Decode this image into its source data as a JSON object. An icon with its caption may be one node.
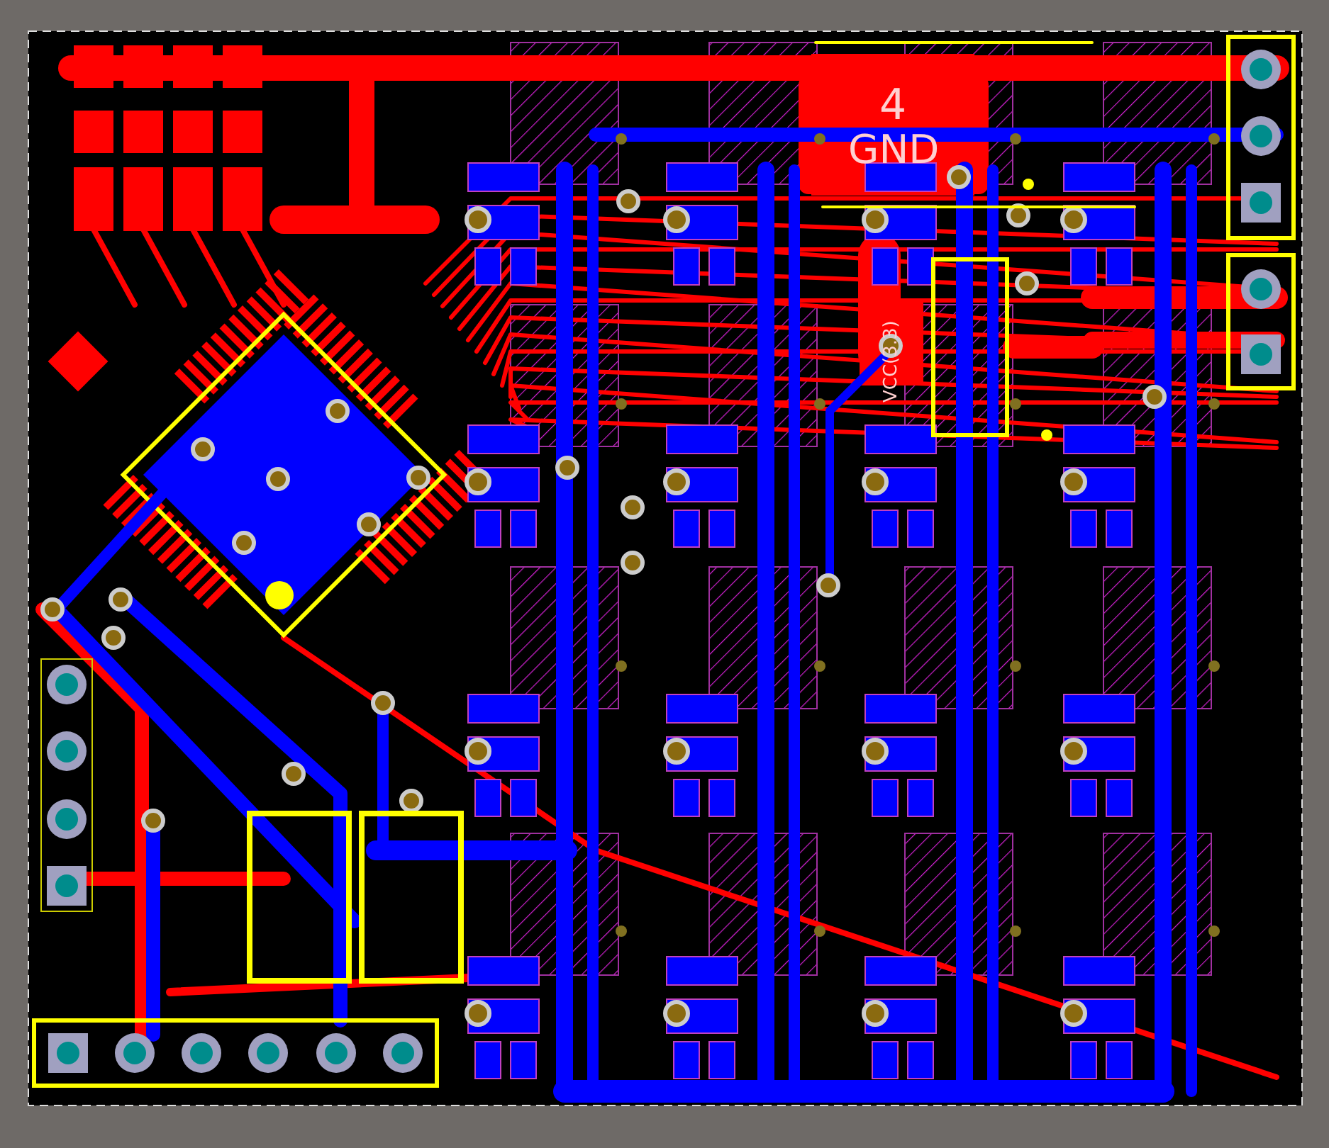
{
  "diagram": {
    "labels": [
      "4",
      "GND",
      "VCC(3.3)"
    ]
  }
}
